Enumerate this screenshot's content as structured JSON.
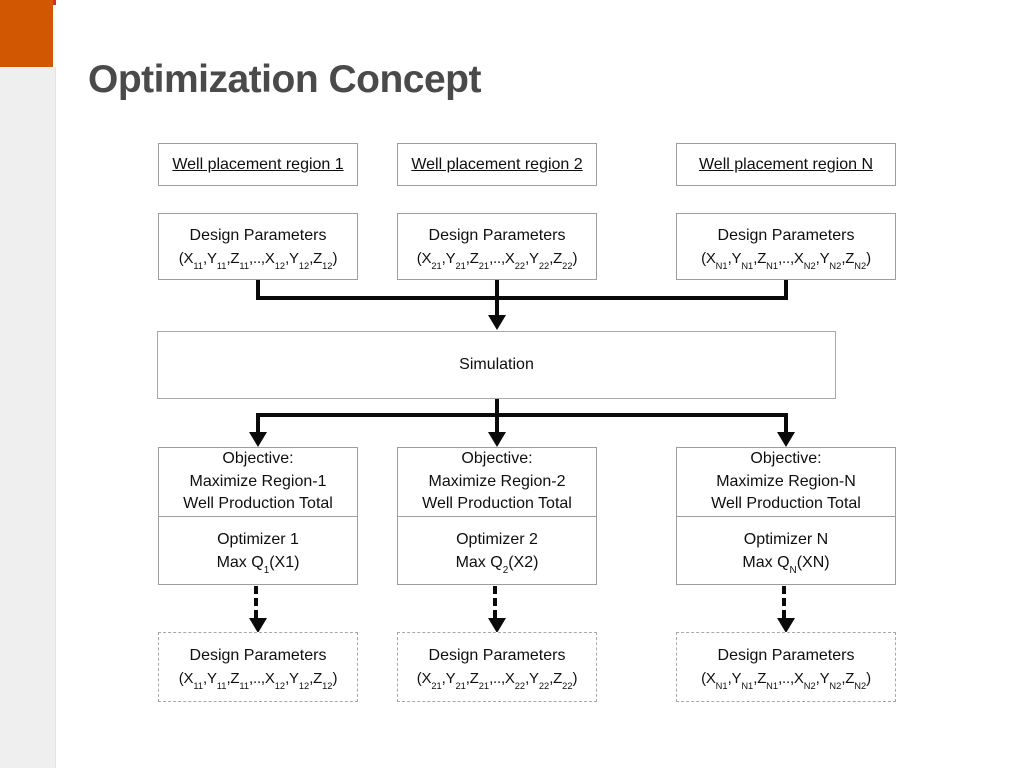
{
  "slide": {
    "title": "Optimization Concept"
  },
  "simulation": {
    "label": "Simulation"
  },
  "columns": [
    {
      "region_label": "Well placement region 1",
      "design_params": {
        "title": "Design Parameters",
        "values": "(X_{11},Y_{11},Z_{11},..,X_{12},Y_{12},Z_{12})"
      },
      "objective": {
        "line1": "Objective:",
        "line2": "Maximize Region-1",
        "line3": "Well Production Total"
      },
      "optimizer": {
        "line1": "Optimizer 1",
        "line2": "Max Q_{1}(X1)"
      },
      "output_params": {
        "title": "Design Parameters",
        "values": "(X_{11},Y_{11},Z_{11},..,X_{12},Y_{12},Z_{12})"
      }
    },
    {
      "region_label": "Well placement region 2",
      "design_params": {
        "title": "Design Parameters",
        "values": "(X_{21},Y_{21},Z_{21},..,X_{22},Y_{22},Z_{22})"
      },
      "objective": {
        "line1": "Objective:",
        "line2": "Maximize Region-2",
        "line3": "Well Production Total"
      },
      "optimizer": {
        "line1": "Optimizer 2",
        "line2": "Max Q_{2}(X2)"
      },
      "output_params": {
        "title": "Design Parameters",
        "values": "(X_{21},Y_{21},Z_{21},..,X_{22},Y_{22},Z_{22})"
      }
    },
    {
      "region_label": "Well placement region N",
      "design_params": {
        "title": "Design Parameters",
        "values": "(X_{N1},Y_{N1},Z_{N1},..,X_{N2},Y_{N2},Z_{N2})"
      },
      "objective": {
        "line1": "Objective:",
        "line2": "Maximize Region-N",
        "line3": "Well Production Total"
      },
      "optimizer": {
        "line1": "Optimizer N",
        "line2": "Max Q_{N}(XN)"
      },
      "output_params": {
        "title": "Design Parameters",
        "values": "(X_{N1},Y_{N1},Z_{N1},..,X_{N2},Y_{N2},Z_{N2})"
      }
    }
  ],
  "colors": {
    "accent_orange": "#d15702",
    "left_strip_gray": "#efeff0",
    "title_gray": "#4a4a4a",
    "box_border_gray": "#9e9e9e",
    "connector_black": "#0a0a0a"
  }
}
